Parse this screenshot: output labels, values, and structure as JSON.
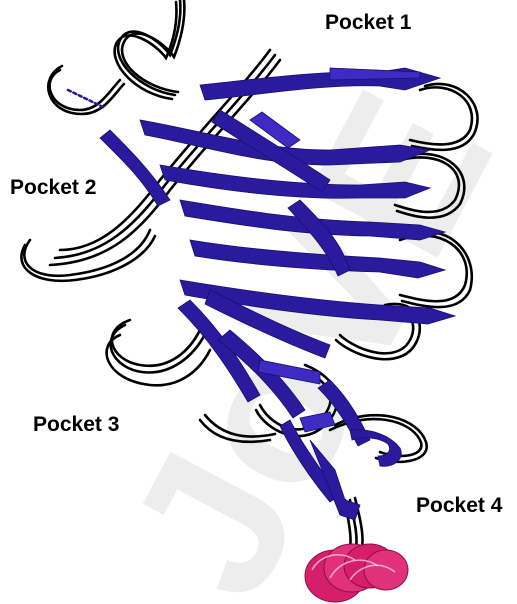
{
  "figure": {
    "labels": [
      "Pocket 1",
      "Pocket 2",
      "Pocket 3",
      "Pocket 4"
    ],
    "watermark": "JoVE",
    "colors": {
      "beta_strand": "#2a1a9e",
      "beta_strand_highlight": "#3d2bc4",
      "loop": "#000000",
      "helix": "#d61f6a",
      "watermark": "#e6e6e6",
      "background": "#ffffff"
    }
  }
}
